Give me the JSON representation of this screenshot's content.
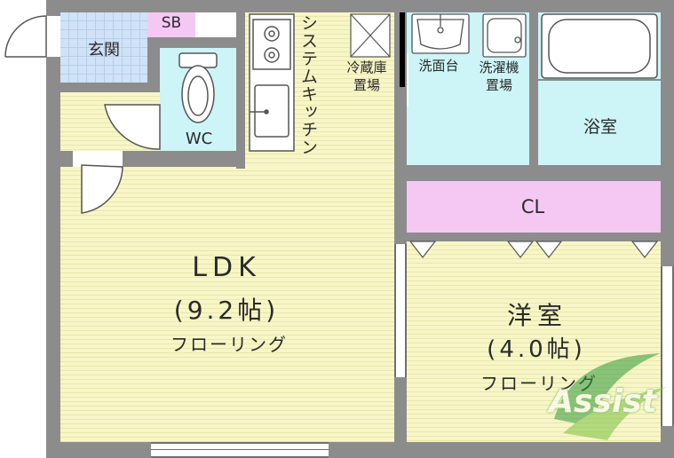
{
  "rooms": {
    "genkan": "玄関",
    "sb": "SB",
    "wc": "WC",
    "kitchen": "システムキッチン",
    "fridge_line1": "冷蔵庫",
    "fridge_line2": "置場",
    "washbasin": "洗面台",
    "washer_line1": "洗濯機",
    "washer_line2": "置場",
    "bath": "浴室",
    "closet": "CL",
    "ldk_name": "LDK",
    "ldk_size": "(9.2帖)",
    "ldk_floor": "フローリング",
    "western_name": "洋室",
    "western_size": "(4.0帖)",
    "western_floor": "フローリング"
  },
  "watermark": "Assist",
  "colors": {
    "wall": "#8c8c8c",
    "wood_floor": "#f7f6c8",
    "entrance_tile": "#cfe2f7",
    "wet_area": "#cdf4f6",
    "closet": "#f5c8f4",
    "watermark_green": "#2f9a3a"
  }
}
